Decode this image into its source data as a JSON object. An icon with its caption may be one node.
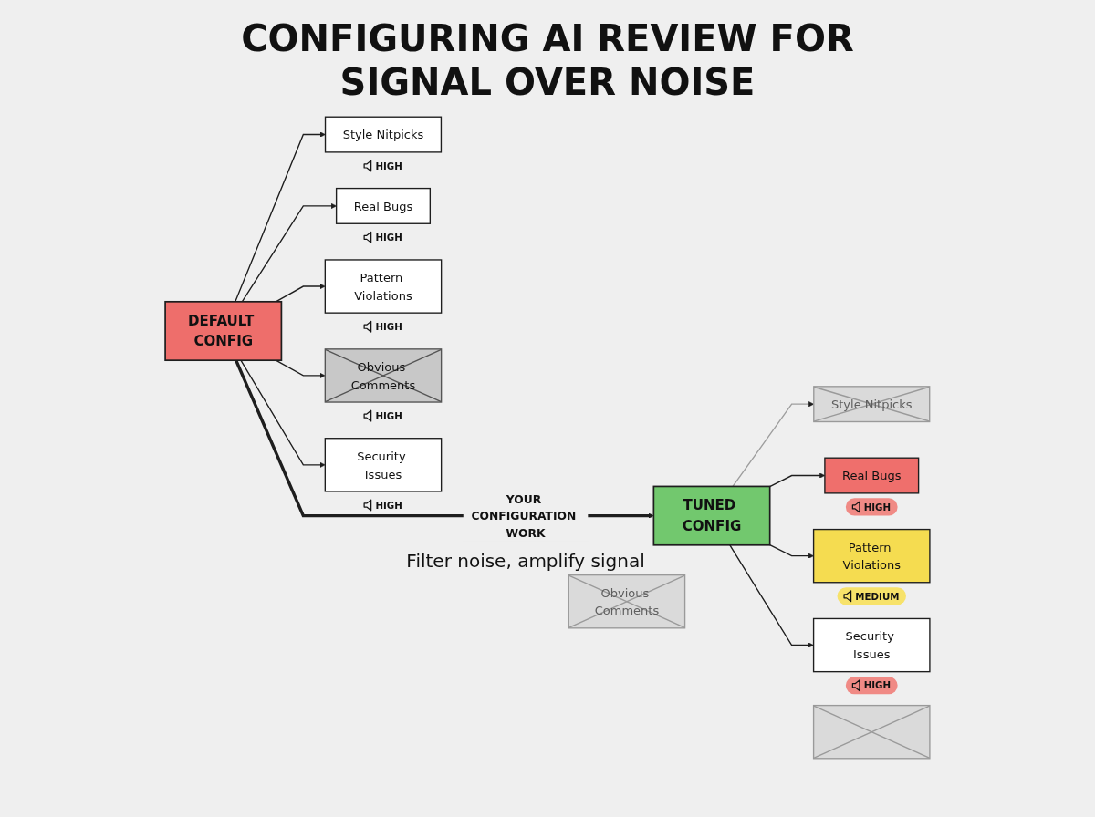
{
  "diagram": {
    "title": "CONFIGURING AI REVIEW FOR SIGNAL OVER NOISE",
    "nodes": [
      {
        "text": [
          "DEFAULT CONFIG"
        ]
      },
      {
        "text": [
          "Style Nitpicks"
        ],
        "beside": [
          "HIGH"
        ]
      },
      {
        "text": [
          "Real Bugs"
        ],
        "beside": [
          "HIGH"
        ]
      },
      {
        "text": [
          "Pattern Violations"
        ],
        "beside": [
          "HIGH"
        ]
      },
      {
        "text": [
          "Obvious Comments"
        ],
        "beside": [
          "HIGH"
        ]
      },
      {
        "text": [
          "Security Issues"
        ],
        "beside": [
          "HIGH"
        ]
      },
      {
        "text": [
          "TUNED CONFIG"
        ]
      },
      {
        "text": [
          "Style Nitpicks"
        ]
      },
      {
        "text": [
          "Real Bugs"
        ],
        "beside": [
          "HIGH"
        ]
      },
      {
        "text": [
          "Pattern Violations"
        ],
        "beside": [
          "MEDIUM"
        ]
      },
      {
        "text": [
          "Obvious Comments"
        ]
      },
      {
        "text": [
          "Security Issues"
        ],
        "beside": [
          "HIGH"
        ]
      },
      {
        "text": [],
        "shape": "box"
      }
    ],
    "edges": [
      {
        "from": 0,
        "to": 1,
        "arrow": "to"
      },
      {
        "from": 0,
        "to": 2,
        "arrow": "to"
      },
      {
        "from": 0,
        "to": 6,
        "arrow": "to",
        "label": "YOUR CONFIGURATION WORK",
        "style": "thick"
      },
      {
        "from": 0,
        "to": 3,
        "arrow": "to"
      },
      {
        "from": 0,
        "to": 4,
        "arrow": "to"
      },
      {
        "from": 0,
        "to": 5,
        "arrow": "to"
      },
      {
        "from": 6,
        "to": 7,
        "arrow": "to",
        "color": "#9e9e9e"
      },
      {
        "from": 6,
        "to": 8,
        "arrow": "to"
      },
      {
        "from": 6,
        "to": 9,
        "arrow": "to"
      },
      {
        "from": 6,
        "to": 11,
        "arrow": "to"
      }
    ],
    "labels": [
      "Filter noise, amplify signal"
    ]
  }
}
